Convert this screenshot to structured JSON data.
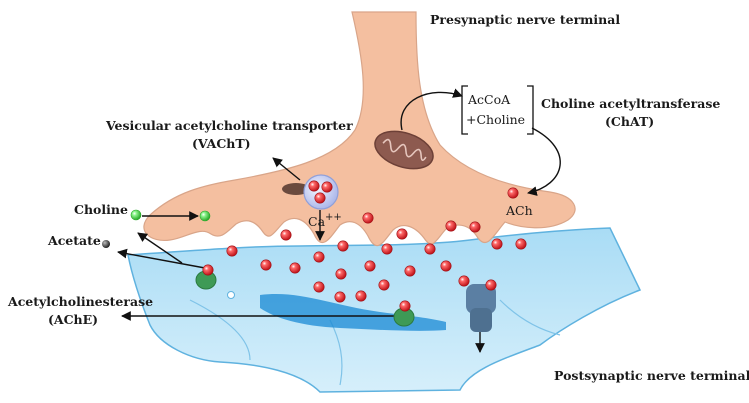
{
  "labels": {
    "presynaptic": "Presynaptic nerve terminal",
    "postsynaptic": "Postsynaptic nerve terminal",
    "acetyl_coa": "AcCoA",
    "choline_plus": "+Choline",
    "chat_name": "Choline acetyltransferase",
    "chat_abbr": "(ChAT)",
    "vacht_name": "Vesicular acetylcholine transporter",
    "vacht_abbr": "(VAChT)",
    "choline": "Choline",
    "acetate": "Acetate",
    "ach": "ACh",
    "calcium": "Ca",
    "calcium_charge": "++",
    "ache_name": "Acetylcholinesterase",
    "ache_abbr": "(AChE)"
  },
  "colors": {
    "presynaptic_fill": "#f4bfa0",
    "presynaptic_stroke": "#c98e70",
    "postsynaptic_fill": "#bfe3f6",
    "postsynaptic_stroke": "#5fb2df",
    "cleft_channel": "#1a8ad4",
    "ach_molecule": "#e5242a",
    "choline_molecule": "#4cd64c",
    "enzyme": "#3e9a56",
    "receptor": "#5b7fa3",
    "mitochondrion": "#8d5a4f",
    "vacht_transporter": "#6a4a3e"
  }
}
